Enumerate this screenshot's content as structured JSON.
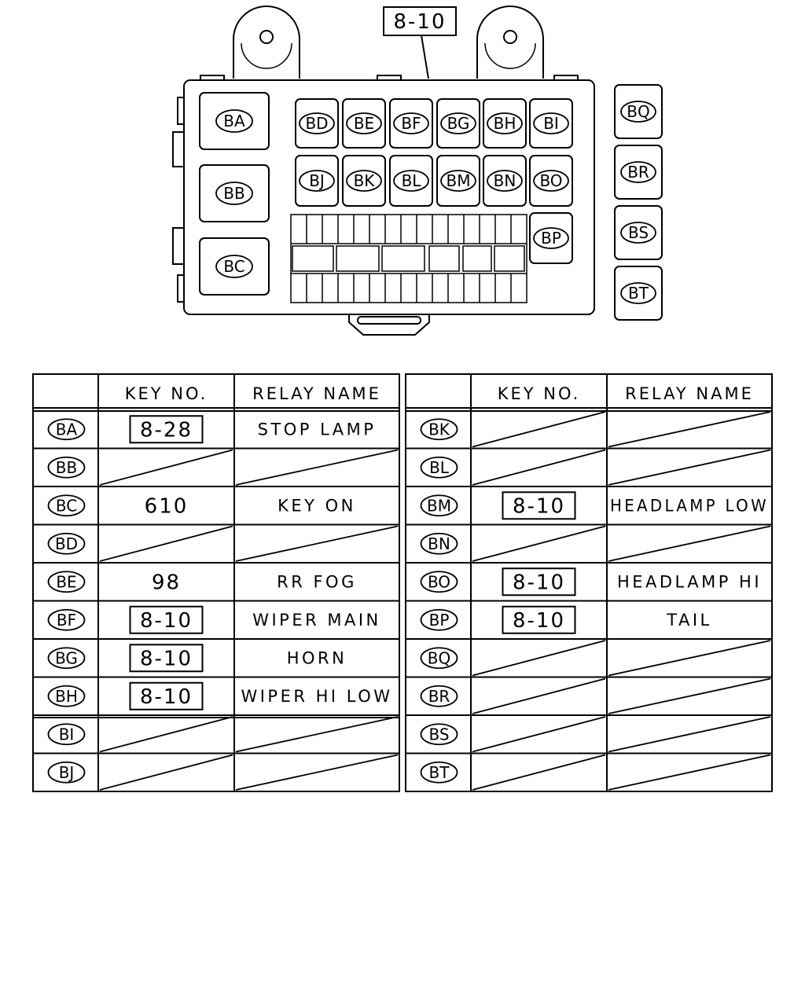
{
  "callout": "8-10",
  "fuse_box": {
    "left_relays": [
      "BA",
      "BB",
      "BC"
    ],
    "top_row": [
      "BD",
      "BE",
      "BF",
      "BG",
      "BH",
      "BI"
    ],
    "second_row": [
      "BJ",
      "BK",
      "BL",
      "BM",
      "BN",
      "BO"
    ],
    "extra_relay": "BP",
    "side_relays": [
      "BQ",
      "BR",
      "BS",
      "BT"
    ]
  },
  "table": {
    "headers": {
      "key_no": "KEY NO.",
      "relay_name": "RELAY NAME"
    },
    "left_rows": [
      {
        "id": "BA",
        "key": "8-28",
        "key_boxed": true,
        "name": "STOP LAMP"
      },
      {
        "id": "BB",
        "key": "",
        "key_boxed": false,
        "name": ""
      },
      {
        "id": "BC",
        "key": "610",
        "key_boxed": false,
        "name": "KEY ON"
      },
      {
        "id": "BD",
        "key": "",
        "key_boxed": false,
        "name": ""
      },
      {
        "id": "BE",
        "key": "98",
        "key_boxed": false,
        "name": "RR FOG"
      },
      {
        "id": "BF",
        "key": "8-10",
        "key_boxed": true,
        "name": "WIPER MAIN"
      },
      {
        "id": "BG",
        "key": "8-10",
        "key_boxed": true,
        "name": "HORN"
      },
      {
        "id": "BH",
        "key": "8-10",
        "key_boxed": true,
        "name": "WIPER HI LOW"
      },
      {
        "id": "BI",
        "key": "",
        "key_boxed": false,
        "name": ""
      },
      {
        "id": "BJ",
        "key": "",
        "key_boxed": false,
        "name": ""
      }
    ],
    "right_rows": [
      {
        "id": "BK",
        "key": "",
        "key_boxed": false,
        "name": ""
      },
      {
        "id": "BL",
        "key": "",
        "key_boxed": false,
        "name": ""
      },
      {
        "id": "BM",
        "key": "8-10",
        "key_boxed": true,
        "name": "HEADLAMP LOW"
      },
      {
        "id": "BN",
        "key": "",
        "key_boxed": false,
        "name": ""
      },
      {
        "id": "BO",
        "key": "8-10",
        "key_boxed": true,
        "name": "HEADLAMP HI"
      },
      {
        "id": "BP",
        "key": "8-10",
        "key_boxed": true,
        "name": "TAIL"
      },
      {
        "id": "BQ",
        "key": "",
        "key_boxed": false,
        "name": ""
      },
      {
        "id": "BR",
        "key": "",
        "key_boxed": false,
        "name": ""
      },
      {
        "id": "BS",
        "key": "",
        "key_boxed": false,
        "name": ""
      },
      {
        "id": "BT",
        "key": "",
        "key_boxed": false,
        "name": ""
      }
    ]
  }
}
